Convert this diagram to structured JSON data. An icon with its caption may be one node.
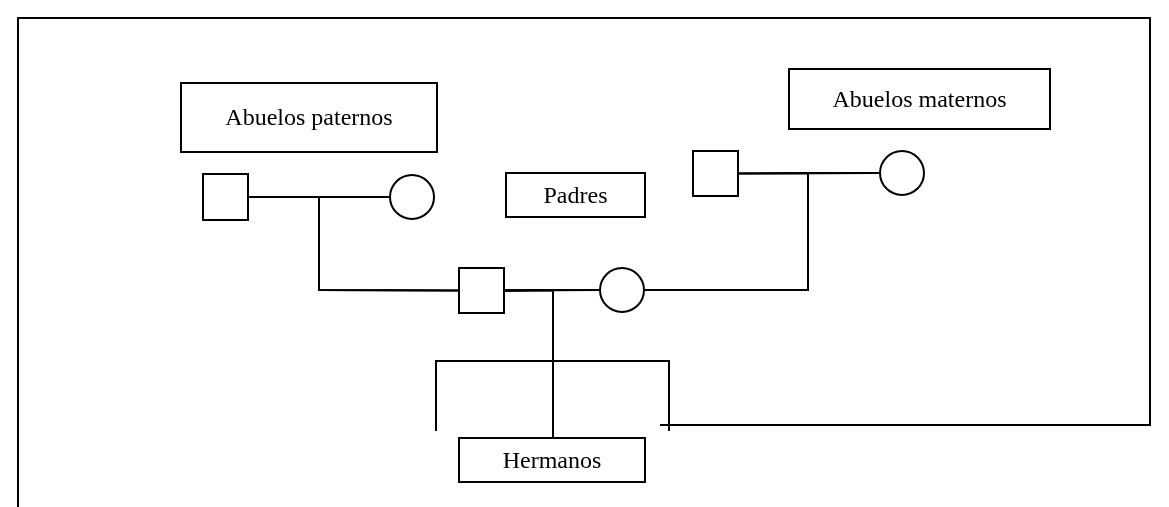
{
  "diagram": {
    "nodes": [
      {
        "text": [
          "Abuelos paternos"
        ]
      },
      {
        "text": [
          "Abuelos maternos"
        ]
      },
      {
        "text": [
          "Padres"
        ]
      },
      {
        "text": [
          "Hermanos"
        ]
      },
      {
        "text": [],
        "shape": "box"
      },
      {
        "text": [],
        "shape": "circle"
      },
      {
        "text": [],
        "shape": "box"
      },
      {
        "text": [],
        "shape": "circle"
      },
      {
        "text": [],
        "shape": "box"
      },
      {
        "text": [],
        "shape": "circle"
      }
    ],
    "edges": [
      {
        "from": 4,
        "to": 5,
        "arrow": "none"
      },
      {
        "from": 4,
        "to": 8,
        "arrow": "none"
      },
      {
        "from": 5,
        "to": 8,
        "arrow": "none"
      },
      {
        "from": 6,
        "to": 7,
        "arrow": "none"
      },
      {
        "from": 6,
        "to": 9,
        "arrow": "none"
      },
      {
        "from": 7,
        "to": 9,
        "arrow": "none"
      },
      {
        "from": 8,
        "to": 9,
        "arrow": "none"
      },
      {
        "from": 8,
        "to": null,
        "arrow": "none"
      },
      {
        "from": 8,
        "to": 3,
        "arrow": "none"
      },
      {
        "from": 8,
        "to": null,
        "arrow": "none"
      },
      {
        "from": 9,
        "to": null,
        "arrow": "none"
      },
      {
        "from": 9,
        "to": 3,
        "arrow": "none"
      },
      {
        "from": 9,
        "to": null,
        "arrow": "none"
      }
    ]
  }
}
